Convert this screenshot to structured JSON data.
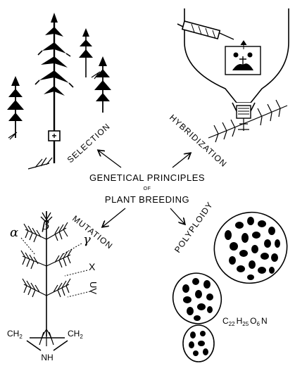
{
  "center": {
    "title_line1": "GENETICAL PRINCIPLES",
    "title_of": "OF",
    "title_line2": "PLANT BREEDING"
  },
  "methods": {
    "selection": "SELECTION",
    "hybridization": "HYBRIDIZATION",
    "mutation": "MUTATION",
    "polyploidy": "POLYPLOIDY"
  },
  "mutation_agents": {
    "alpha": "α",
    "beta": "β",
    "gamma": "γ",
    "x": "X",
    "uv": "UV"
  },
  "chemistry": {
    "ch2_left": "CH",
    "ch2_left_sub": "2",
    "ch2_right": "CH",
    "ch2_right_sub": "2",
    "nh": "NH",
    "formula": {
      "c": "C",
      "c_n": "22",
      "h": "H",
      "h_n": "25",
      "o": "O",
      "o_n": "6",
      "n": "N"
    }
  },
  "selection_marker": "+"
}
